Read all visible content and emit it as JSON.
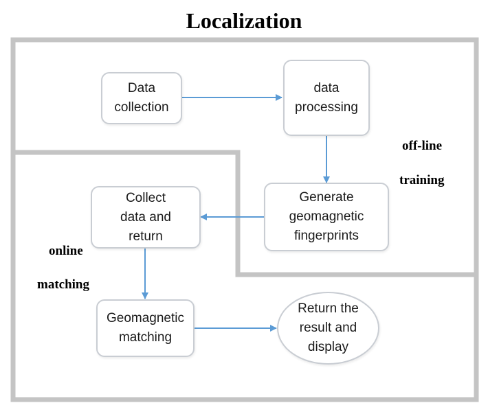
{
  "title": "Localization",
  "nodes": {
    "data_collection": "Data\ncollection",
    "data_processing": "data\nprocessing",
    "generate_fingerprints": "Generate\ngeomagnetic\nfingerprints",
    "collect_data_return": "Collect\ndata and\nreturn",
    "geomagnetic_matching": "Geomagnetic\nmatching",
    "return_result": "Return the\nresult and\ndisplay"
  },
  "phases": {
    "offline_1": "off-line",
    "offline_2": "training",
    "online_1": "online",
    "online_2": "matching"
  },
  "colors": {
    "frame": "#c4c4c4",
    "arrow": "#5b9bd5",
    "node_border": "#c9cdd3"
  }
}
